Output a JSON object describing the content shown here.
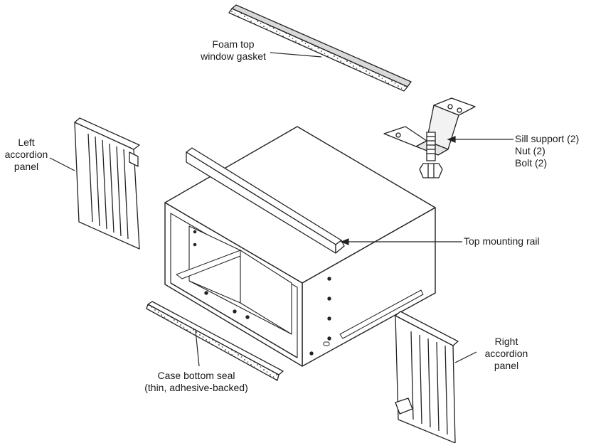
{
  "labels": {
    "foam_gasket": [
      "Foam top",
      "window gasket"
    ],
    "left_panel": [
      "Left",
      "accordion",
      "panel"
    ],
    "sill_support": [
      "Sill support (2)",
      "Nut (2)",
      "Bolt (2)"
    ],
    "top_rail": "Top mounting rail",
    "bottom_seal": [
      "Case bottom seal",
      "(thin, adhesive-backed)"
    ],
    "right_panel": [
      "Right",
      "accordion",
      "panel"
    ]
  }
}
